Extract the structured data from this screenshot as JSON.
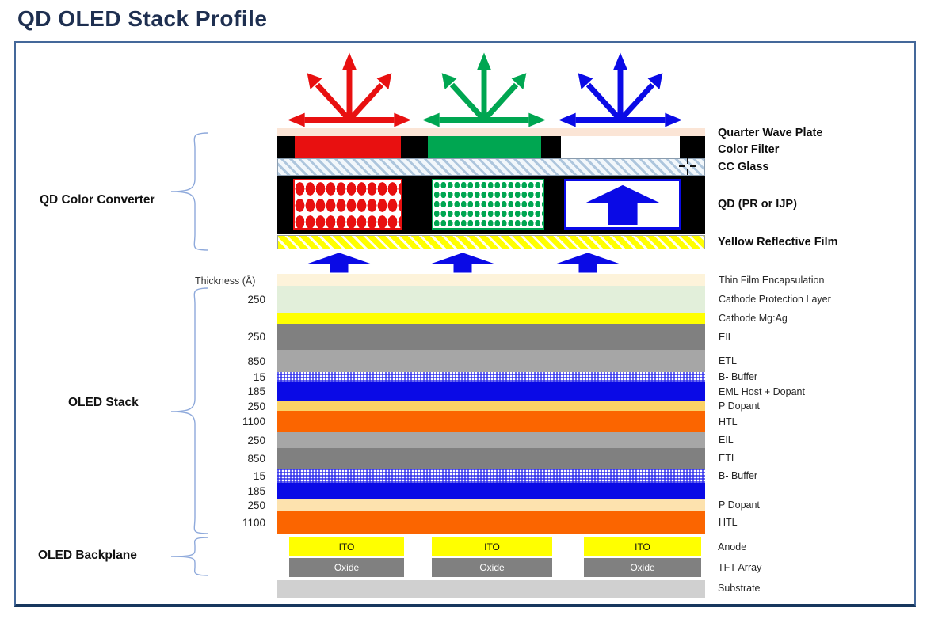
{
  "title": "QD OLED Stack Profile",
  "colors": {
    "title_navy": "#1e2f50",
    "frame_blue": "#44689a",
    "frame_bottom_navy": "#17375e",
    "brace_blue": "#8ea9db",
    "red": "#e81010",
    "green": "#00a651",
    "blue": "#0a0ae6",
    "yellow": "#ffff00",
    "orange_htl": "#fb6500",
    "gray_dark": "#808080",
    "gray_light": "#a6a6a6",
    "substrate_gray": "#d0d0d0",
    "qwp_peach": "#fbe5d6",
    "tfe_beige": "#fdf3da",
    "cathode_protection_green": "#e2efda",
    "p_dopant_sand": "#fbd266",
    "p_dopant_wheat": "#fde2ae",
    "cc_glass_hatch": "#aec6dd",
    "black": "#000000"
  },
  "qd_converter": {
    "section_label": "QD Color Converter",
    "right_labels": [
      "Quarter Wave Plate",
      "Color Filter",
      "CC Glass",
      "QD (PR or IJP)",
      "Yellow Reflective Film"
    ]
  },
  "oled_stack": {
    "section_label": "OLED Stack",
    "thickness_header": "Thickness (Å)",
    "layers": [
      {
        "label": "Thin Film Encapsulation",
        "thickness": "",
        "color": "#fdf3da",
        "height": 15
      },
      {
        "label": "Cathode Protection Layer",
        "thickness": "250",
        "color": "#e2efda",
        "height": 34
      },
      {
        "label": "Cathode Mg:Ag",
        "thickness": "",
        "color": "#ffff00",
        "height": 14
      },
      {
        "label": "EIL",
        "thickness": "250",
        "color": "#808080",
        "height": 33
      },
      {
        "label": "ETL",
        "thickness": "850",
        "color": "#a6a6a6",
        "height": 28
      },
      {
        "label": "B- Buffer",
        "thickness": "15",
        "pattern": "pat-bbuffer",
        "height": 12
      },
      {
        "label": "EML Host + Dopant",
        "thickness": "185",
        "color": "#0a0ae6",
        "height": 25
      },
      {
        "label": "P Dopant",
        "thickness": "250",
        "color": "#fbd266",
        "height": 12
      },
      {
        "label": "HTL",
        "thickness": "1100",
        "color": "#fb6500",
        "height": 27
      },
      {
        "label": "EIL",
        "thickness": "250",
        "color": "#a6a6a6",
        "height": 20
      },
      {
        "label": "ETL",
        "thickness": "850",
        "color": "#808080",
        "height": 26
      },
      {
        "label": "B- Buffer",
        "thickness": "15",
        "pattern": "pat-bbuffer",
        "height": 18
      },
      {
        "label": "",
        "thickness": "185",
        "color": "#0a0ae6",
        "height": 20
      },
      {
        "label": "P Dopant",
        "thickness": "250",
        "color": "#fde2ae",
        "height": 16
      },
      {
        "label": "HTL",
        "thickness": "1100",
        "color": "#fb6500",
        "height": 28
      }
    ]
  },
  "backplane": {
    "section_label": "OLED Backplane",
    "anode_blocks": [
      "ITO",
      "ITO",
      "ITO"
    ],
    "tft_blocks": [
      "Oxide",
      "Oxide",
      "Oxide"
    ],
    "right_labels": [
      "Anode",
      "TFT Array",
      "Substrate"
    ]
  }
}
